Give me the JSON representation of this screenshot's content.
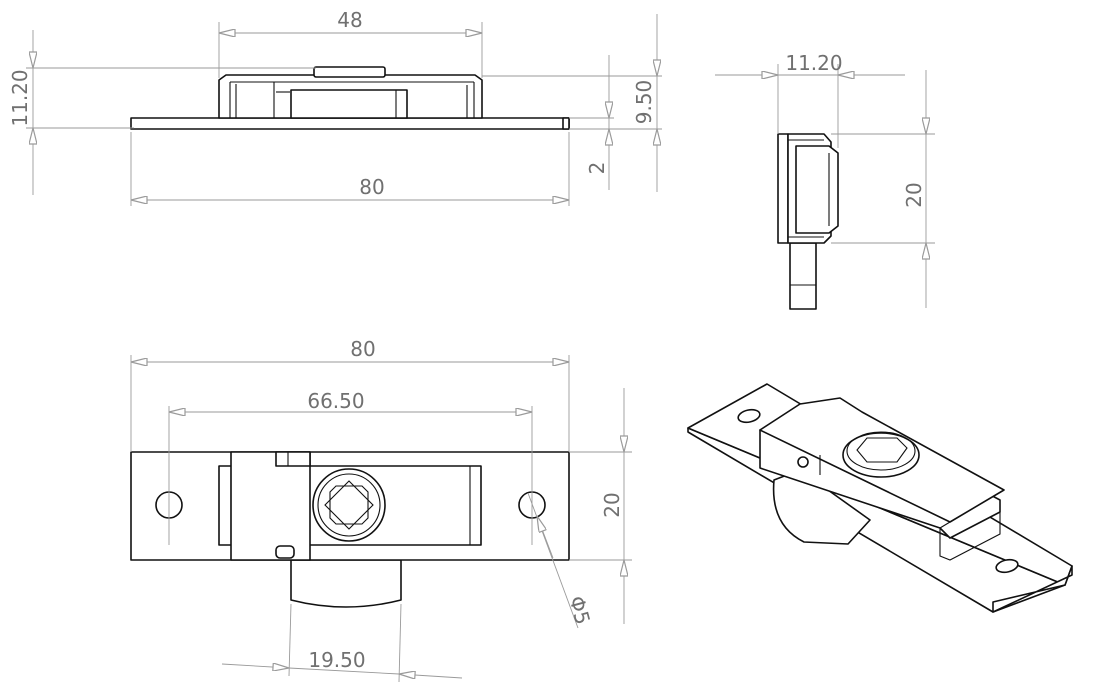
{
  "dimensions": {
    "top_width_48": "48",
    "top_height_11_20": "11.20",
    "top_height_9_50": "9.50",
    "top_thickness_2": "2",
    "top_length_80": "80",
    "side_width_11_20": "11.20",
    "side_height_20": "20",
    "front_length_80": "80",
    "front_hole_spacing": "66.50",
    "front_height_20": "20",
    "front_hole_diameter": "Φ5",
    "front_tab_width": "19.50"
  }
}
